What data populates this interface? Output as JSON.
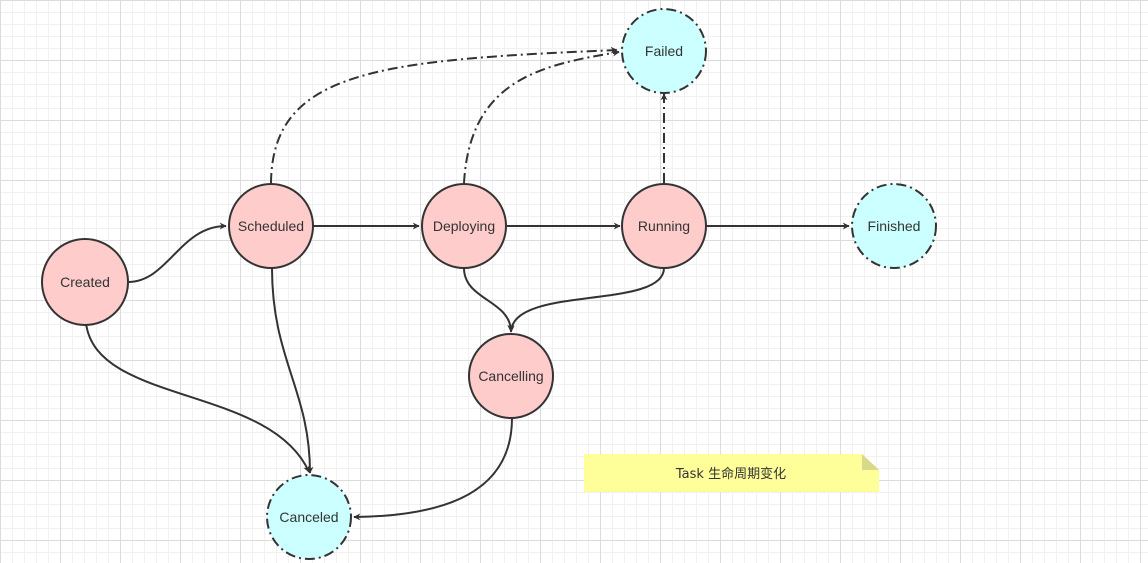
{
  "colors": {
    "state_fill": "#ffcccc",
    "final_fill": "#ccffff",
    "stroke": "#333333",
    "note_fill": "#ffff99",
    "note_fold": "#e6e6a0"
  },
  "nodes": {
    "created": {
      "label": "Created",
      "kind": "state"
    },
    "scheduled": {
      "label": "Scheduled",
      "kind": "state"
    },
    "deploying": {
      "label": "Deploying",
      "kind": "state"
    },
    "running": {
      "label": "Running",
      "kind": "state"
    },
    "cancelling": {
      "label": "Cancelling",
      "kind": "state"
    },
    "failed": {
      "label": "Failed",
      "kind": "final"
    },
    "finished": {
      "label": "Finished",
      "kind": "final"
    },
    "canceled": {
      "label": "Canceled",
      "kind": "final"
    }
  },
  "edges": [
    {
      "from": "Created",
      "to": "Scheduled",
      "style": "solid"
    },
    {
      "from": "Created",
      "to": "Canceled",
      "style": "solid"
    },
    {
      "from": "Scheduled",
      "to": "Deploying",
      "style": "solid"
    },
    {
      "from": "Scheduled",
      "to": "Failed",
      "style": "dash-dot"
    },
    {
      "from": "Scheduled",
      "to": "Canceled",
      "style": "solid"
    },
    {
      "from": "Deploying",
      "to": "Running",
      "style": "solid"
    },
    {
      "from": "Deploying",
      "to": "Failed",
      "style": "dash-dot"
    },
    {
      "from": "Deploying",
      "to": "Cancelling",
      "style": "solid"
    },
    {
      "from": "Running",
      "to": "Finished",
      "style": "solid"
    },
    {
      "from": "Running",
      "to": "Failed",
      "style": "dash-dot"
    },
    {
      "from": "Running",
      "to": "Cancelling",
      "style": "solid"
    },
    {
      "from": "Cancelling",
      "to": "Canceled",
      "style": "solid"
    }
  ],
  "note": {
    "text": "Task 生命周期变化"
  }
}
